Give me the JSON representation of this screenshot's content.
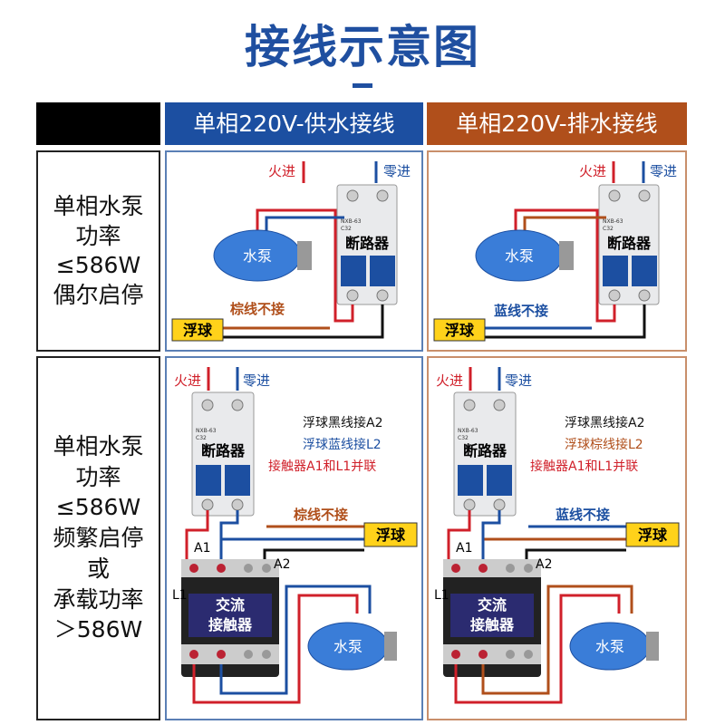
{
  "title": "接线示意图",
  "headers": {
    "supply": "单相220V-供水接线",
    "drain": "单相220V-排水接线"
  },
  "row1_label": [
    "单相水泵",
    "功率",
    "≤586W",
    "偶尔启停"
  ],
  "row2_label": [
    "单相水泵",
    "功率",
    "≤586W",
    "频繁启停",
    "或",
    "承载功率",
    "＞586W"
  ],
  "labels": {
    "live_in": "火进",
    "neutral_in": "零进",
    "breaker": "断路器",
    "pump": "水泵",
    "float": "浮球",
    "contactor_line1": "交流",
    "contactor_line2": "接触器",
    "a1": "A1",
    "a2": "A2",
    "l1": "L1",
    "breaker_model": "NXB-63",
    "breaker_rating": "C32"
  },
  "panel1": {
    "unused_wire": "棕线不接"
  },
  "panel2": {
    "unused_wire": "蓝线不接"
  },
  "panel3": {
    "unused_wire": "棕线不接",
    "notes": [
      "浮球黑线接A2",
      "浮球蓝线接L2",
      "接触器A1和L1并联"
    ]
  },
  "panel4": {
    "unused_wire": "蓝线不接",
    "notes": [
      "浮球黑线接A2",
      "浮球棕线接L2",
      "接触器A1和L1并联"
    ]
  },
  "colors": {
    "blue": "#1c4fa1",
    "brown": "#b04f1b",
    "red": "#d0202a",
    "float_yellow": "#ffd21a"
  }
}
